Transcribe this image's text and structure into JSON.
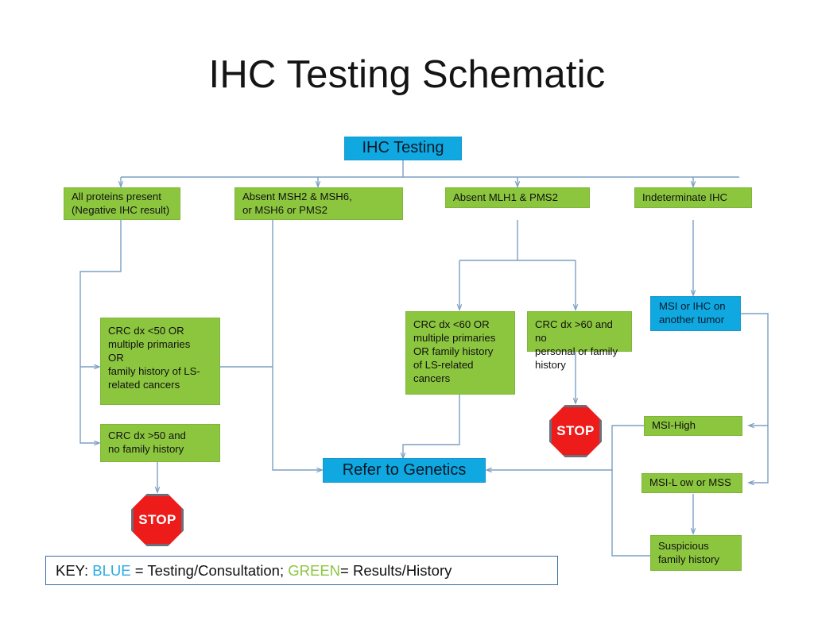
{
  "title": "IHC Testing Schematic",
  "colors": {
    "blue": "#0FA8E0",
    "green": "#8CC63F",
    "stop_red": "#EE1B1B",
    "connector": "#7C9FC4",
    "key_blue_text": "#29ABE2",
    "key_green_text": "#8CC63F"
  },
  "nodes": {
    "root": {
      "label": "IHC Testing",
      "type": "blue"
    },
    "branch1": {
      "label": "All proteins present\n(Negative IHC result)",
      "type": "green"
    },
    "branch2": {
      "label": "Absent MSH2 & MSH6,\nor MSH6 or PMS2",
      "type": "green"
    },
    "branch3": {
      "label": "Absent MLH1 & PMS2",
      "type": "green"
    },
    "branch4": {
      "label": "Indeterminate IHC",
      "type": "green"
    },
    "left_crc_under50": {
      "label": "CRC dx <50 OR\nmultiple primaries\nOR\nfamily history of LS-\nrelated cancers",
      "type": "green"
    },
    "left_crc_over50": {
      "label": "CRC dx >50 and\nno family history",
      "type": "green"
    },
    "mid_crc_under60": {
      "label": "CRC dx <60 OR\nmultiple primaries\nOR family history\nof LS-related\ncancers",
      "type": "green"
    },
    "mid_crc_over60": {
      "label": "CRC dx >60 and no\npersonal or family\nhistory",
      "type": "green"
    },
    "msi_or_ihc": {
      "label": "MSI or IHC on\nanother tumor",
      "type": "blue"
    },
    "msi_high": {
      "label": "MSI-High",
      "type": "green"
    },
    "msi_low_mss": {
      "label": "MSI-L ow or MSS",
      "type": "green"
    },
    "suspicious": {
      "label": "Suspicious\nfamily history",
      "type": "green"
    },
    "refer": {
      "label": "Refer to Genetics",
      "type": "blue"
    },
    "stop_left": {
      "label": "STOP",
      "type": "stop"
    },
    "stop_mid": {
      "label": "STOP",
      "type": "stop"
    }
  },
  "legend": {
    "key_label": "KEY: ",
    "blue_word": "BLUE",
    "blue_text": " = Testing/Consultation; ",
    "green_word": "GREEN",
    "green_text": "= Results/History"
  }
}
